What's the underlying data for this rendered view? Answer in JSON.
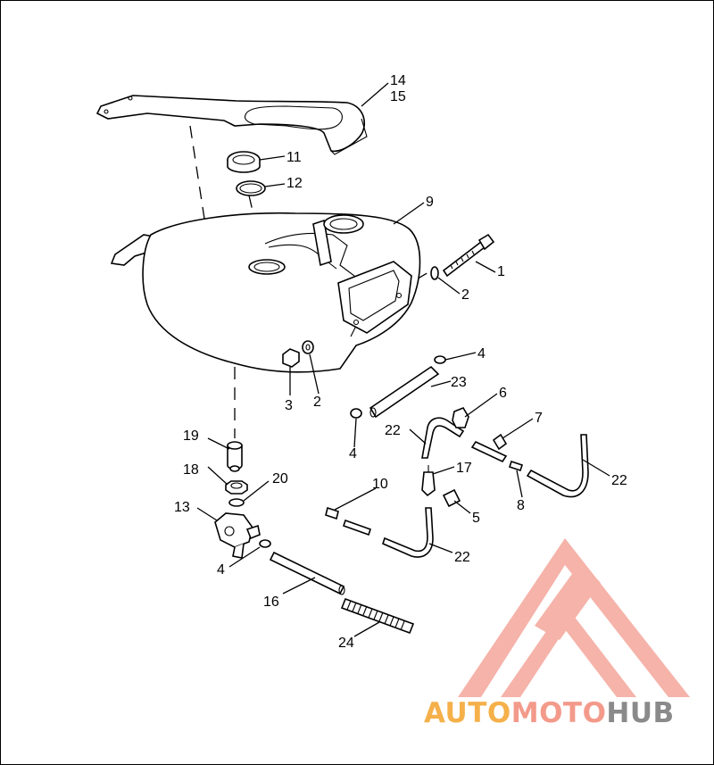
{
  "callouts": {
    "c1": "1",
    "c2a": "2",
    "c2b": "2",
    "c3": "3",
    "c4a": "4",
    "c4b": "4",
    "c4c": "4",
    "c5": "5",
    "c6": "6",
    "c7": "7",
    "c8": "8",
    "c9": "9",
    "c10": "10",
    "c11": "11",
    "c12": "12",
    "c13": "13",
    "c14": "14",
    "c15": "15",
    "c16": "16",
    "c17": "17",
    "c18": "18",
    "c19": "19",
    "c20": "20",
    "c22a": "22",
    "c22b": "22",
    "c22c": "22",
    "c23": "23",
    "c24": "24"
  },
  "watermark": {
    "part1": "AUTO",
    "part2": "MOTO",
    "part3": "HUB",
    "color_orange": "#f5a623",
    "color_pink": "#f08a7c",
    "color_gray": "#7a7a7a"
  }
}
